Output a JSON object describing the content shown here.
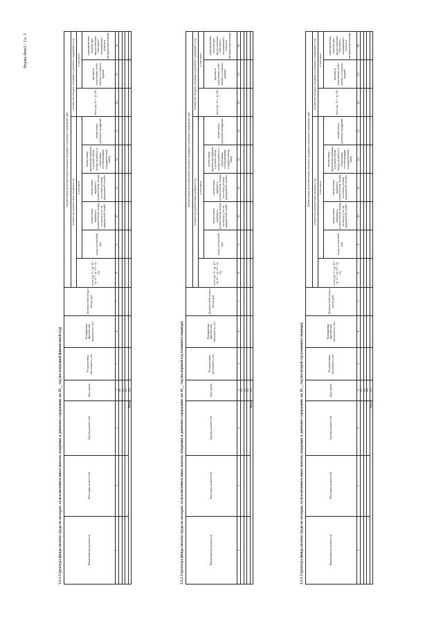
{
  "form_code": "Форма Фин3 / 3 к. 3",
  "tables": [
    {
      "caption": "3.3.1 Структура фонда оплаты труда по окладам, за исключением иных выплат, входящих в денежное содержание, на 20__ год (на очередной финансовый год)",
      "colnums": [
        "1",
        "2",
        "3",
        "4",
        "5",
        "6",
        "7",
        "8",
        "9",
        "10",
        "11",
        "12",
        "13",
        "14",
        "15",
        "16"
      ],
      "rows": [
        {
          "code": "001",
          "cols": [
            "",
            "",
            "",
            "",
            "",
            "",
            "",
            "",
            "",
            "",
            "",
            "",
            "",
            "",
            ""
          ]
        },
        {
          "code": "002",
          "cols": [
            "",
            "",
            "",
            "",
            "",
            "",
            "",
            "",
            "",
            "",
            "",
            "",
            "",
            "",
            ""
          ]
        },
        {
          "code": "003",
          "cols": [
            "",
            "",
            "",
            "",
            "",
            "",
            "",
            "",
            "",
            "",
            "",
            "",
            "",
            "",
            ""
          ]
        }
      ],
      "total_code": "900"
    },
    {
      "caption": "3.3.2 Структура фонда оплаты труда по окладам, за исключением иных выплат, входящих в денежное содержание, на 20__ год (на первый год планового периода)",
      "colnums": [
        "1",
        "2",
        "3",
        "4",
        "5",
        "6",
        "7",
        "8",
        "9",
        "10",
        "11",
        "12",
        "13",
        "14",
        "15",
        "16"
      ],
      "rows": [
        {
          "code": "001",
          "cols": [
            "",
            "",
            "",
            "",
            "",
            "",
            "",
            "",
            "",
            "",
            "",
            "",
            "",
            "",
            ""
          ]
        },
        {
          "code": "002",
          "cols": [
            "",
            "",
            "",
            "",
            "",
            "",
            "",
            "",
            "",
            "",
            "",
            "",
            "",
            "",
            ""
          ]
        },
        {
          "code": "003",
          "cols": [
            "",
            "",
            "",
            "",
            "",
            "",
            "",
            "",
            "",
            "",
            "",
            "",
            "",
            "",
            ""
          ]
        }
      ],
      "total_code": "900"
    },
    {
      "caption": "3.3.3 Структура фонда оплаты труда по окладам, за исключением иных выплат, входящих в денежное содержание, на 20__ год (на второй год планового периода)",
      "colnums": [
        "1",
        "2",
        "3",
        "4",
        "5",
        "6",
        "7",
        "8",
        "9",
        "10",
        "11",
        "12",
        "13",
        "14",
        "15",
        "16"
      ],
      "rows": [
        {
          "code": "001",
          "cols": [
            "",
            "",
            "",
            "",
            "",
            "",
            "",
            "",
            "",
            "",
            "",
            "",
            "",
            "",
            ""
          ]
        },
        {
          "code": "002",
          "cols": [
            "",
            "",
            "",
            "",
            "",
            "",
            "",
            "",
            "",
            "",
            "",
            "",
            "",
            "",
            ""
          ]
        },
        {
          "code": "003",
          "cols": [
            "",
            "",
            "",
            "",
            "",
            "",
            "",
            "",
            "",
            "",
            "",
            "",
            "",
            "",
            ""
          ]
        }
      ],
      "total_code": "900"
    }
  ],
  "headers": {
    "position_name": "Наименование должности",
    "position_category": "Категория должностей",
    "position_group": "Группа должностей",
    "row_code": "Код строки",
    "staff_number": "Установленная численность, чел.",
    "actual_number": "Планируемая фактическая численность, чел.",
    "salary_per_month": "Должностной оклад в месяц, руб.",
    "monthly_allowances": "Ежемесячные дополнительные выплаты, входящие в денежное содержание, руб.",
    "salary_count": "количество должностных окладов в год",
    "monthly_salary_count": "количество окладов, входящих в денежное содержание в год",
    "total_1": "всего (гр. 9 + гр. 10 + гр. 11 + гр. 12 + гр. 13)",
    "in_which": "в том числе",
    "salary_per_year": "оклад за классный чин",
    "allowance_service": "ежемесячная надбавка к должностному окладу за выслугу лет на гражданской службе",
    "allowance_special": "ежемесячная надбавка к должностному окладу за особые условия гражданской службы",
    "allowance_secret": "ежемесячная процентная надбавка к должностному окладу за работу со сведениями, составляющими государственную тайну",
    "bonus": "ежемесячное денежное поощрение",
    "total_2": "всего (гр. 15 + гр. 16)",
    "prize": "премии за выполнение особо важных и сложных заданий",
    "material_help": "единовременная выплата при предоставлении ежегодного оплачиваемого отпуска и материальная помощь",
    "total_label": "Итого"
  }
}
